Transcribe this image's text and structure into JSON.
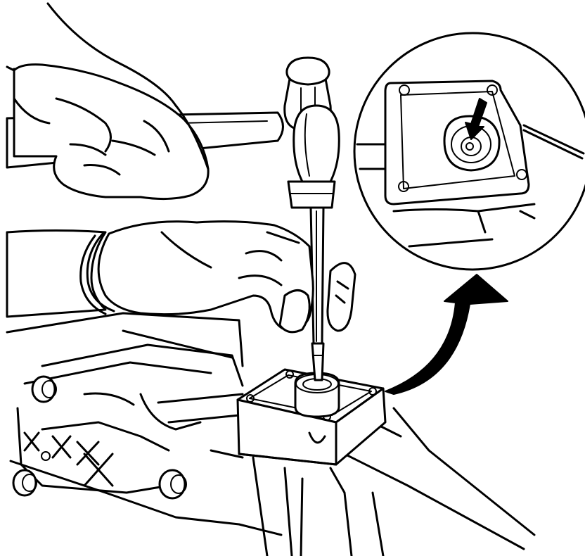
{
  "figure": {
    "background": "#ffffff",
    "line_color": "#000000",
    "parts": [
      "engine-block",
      "oil-pump-cover",
      "seal",
      "hammer",
      "punch",
      "left-hand",
      "right-hand",
      "detail-circle",
      "direction-arrow"
    ]
  }
}
